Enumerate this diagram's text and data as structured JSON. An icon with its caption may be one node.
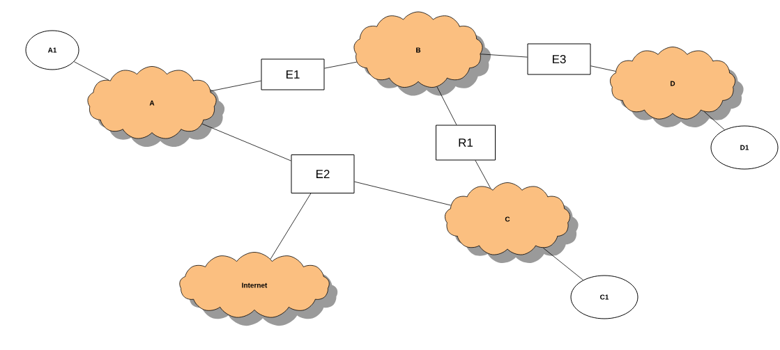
{
  "diagram": {
    "nodes": [
      {
        "text": [
          "A1"
        ]
      },
      {
        "text": [
          "B"
        ]
      },
      {
        "text": [
          "A"
        ]
      },
      {
        "text": [
          "E1"
        ]
      },
      {
        "text": [
          "E3"
        ]
      },
      {
        "text": [
          "D"
        ]
      },
      {
        "text": [
          "R1"
        ]
      },
      {
        "text": [
          "D1"
        ]
      },
      {
        "text": [
          "E2"
        ]
      },
      {
        "text": [
          "C"
        ]
      },
      {
        "text": [
          "Internet"
        ]
      },
      {
        "text": [
          "C1"
        ]
      }
    ],
    "edges": [
      {
        "from": 0,
        "to": 2,
        "arrow": "none"
      },
      {
        "from": 2,
        "to": 3,
        "arrow": "none"
      },
      {
        "from": 3,
        "to": 1,
        "arrow": "none"
      },
      {
        "from": 1,
        "to": 4,
        "arrow": "none"
      },
      {
        "from": 4,
        "to": 5,
        "arrow": "none"
      },
      {
        "from": 5,
        "to": 7,
        "arrow": "none"
      },
      {
        "from": 1,
        "to": 6,
        "arrow": "none"
      },
      {
        "from": 6,
        "to": 9,
        "arrow": "none"
      },
      {
        "from": 2,
        "to": 8,
        "arrow": "none"
      },
      {
        "from": 8,
        "to": 9,
        "arrow": "none"
      },
      {
        "from": 8,
        "to": 10,
        "arrow": "none"
      },
      {
        "from": 9,
        "to": 11,
        "arrow": "none"
      }
    ]
  }
}
